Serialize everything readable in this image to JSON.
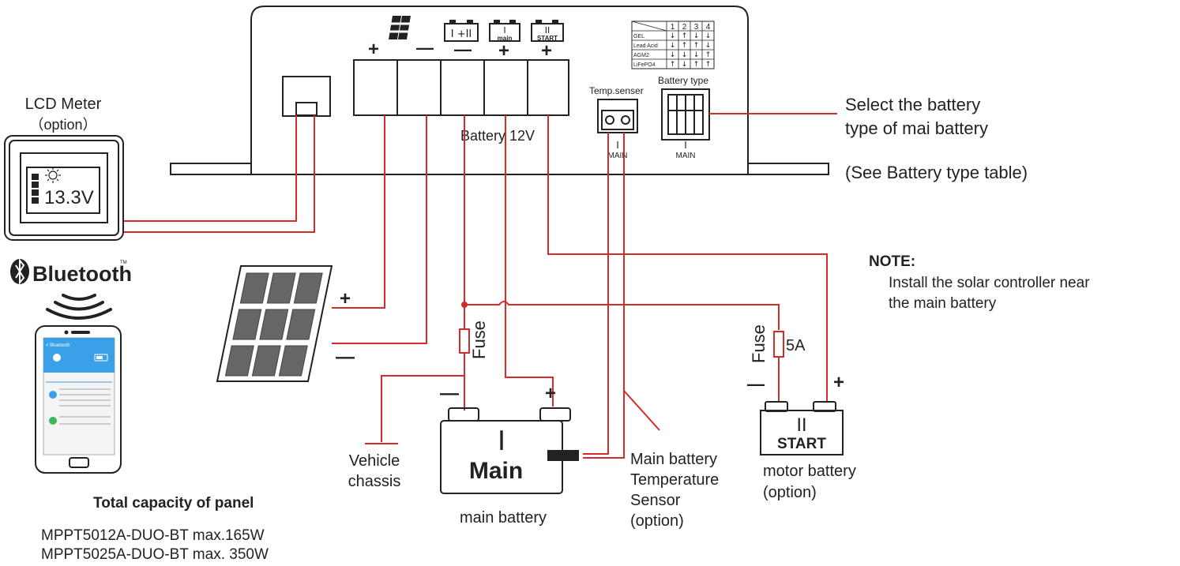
{
  "colors": {
    "wire": "#d42b2b",
    "outline": "#222222",
    "panel_cell": "#666666",
    "phone_blue": "#3aa0e8"
  },
  "controller": {
    "terminal_pv_plus": "+",
    "terminal_pv_minus": "—",
    "terminal_12_label": "I +II",
    "terminal_main_label_top": "I",
    "terminal_main_label_bottom": "main",
    "terminal_start_label_top": "II",
    "terminal_start_label_bottom": "START",
    "terminal_12_sign": "—",
    "terminal_main_sign": "+",
    "terminal_start_sign": "+",
    "battery_label": "Battery 12V",
    "temp_sensor_label": "Temp.senser",
    "temp_sensor_sub_top": "I",
    "temp_sensor_sub_bottom": "MAIN",
    "battery_type_label": "Battery type",
    "dip_sub_top": "I",
    "dip_sub_bottom": "MAIN"
  },
  "battery_table": {
    "columns": [
      "1",
      "2",
      "3",
      "4"
    ],
    "rows": [
      {
        "name": "GEL",
        "values": [
          "↓",
          "↑",
          "↓",
          "↓"
        ]
      },
      {
        "name": "Lead Acid",
        "values": [
          "↓",
          "↑",
          "↑",
          "↓"
        ]
      },
      {
        "name": "AGM2",
        "values": [
          "↓",
          "↓",
          "↓",
          "↑"
        ]
      },
      {
        "name": "LiFePO4",
        "values": [
          "↑",
          "↓",
          "↑",
          "↑"
        ]
      }
    ]
  },
  "lcd": {
    "title": "LCD Meter",
    "subtitle": "（option）",
    "reading": "13.3V"
  },
  "bluetooth": {
    "label": "Bluetooth",
    "tm": "TM"
  },
  "phone": {
    "app_title": "< Bluetooth"
  },
  "solar_panel": {
    "plus": "+",
    "minus": "—"
  },
  "annotations": {
    "select_line1": "Select the battery",
    "select_line2": "type of mai battery",
    "see_table": "(See Battery type table)",
    "note_title": "NOTE:",
    "note_line1": "Install the solar controller near",
    "note_line2": "the main battery"
  },
  "main_battery": {
    "roman": "I",
    "name": "Main",
    "caption": "main battery",
    "minus": "—",
    "plus": "+",
    "fuse": "Fuse"
  },
  "start_battery": {
    "roman": "II",
    "name": "START",
    "caption_line1": "motor battery",
    "caption_line2": "(option)",
    "minus": "—",
    "plus": "+",
    "fuse": "Fuse",
    "fuse_rating": "5A"
  },
  "chassis": {
    "line1": "Vehicle",
    "line2": "chassis"
  },
  "temp_sensor": {
    "line1": "Main battery",
    "line2": "Temperature",
    "line3": "Sensor",
    "line4": "(option)"
  },
  "capacity": {
    "title": "Total capacity of panel",
    "line1": "MPPT5012A-DUO-BT  max.165W",
    "line2": "MPPT5025A-DUO-BT  max. 350W"
  }
}
